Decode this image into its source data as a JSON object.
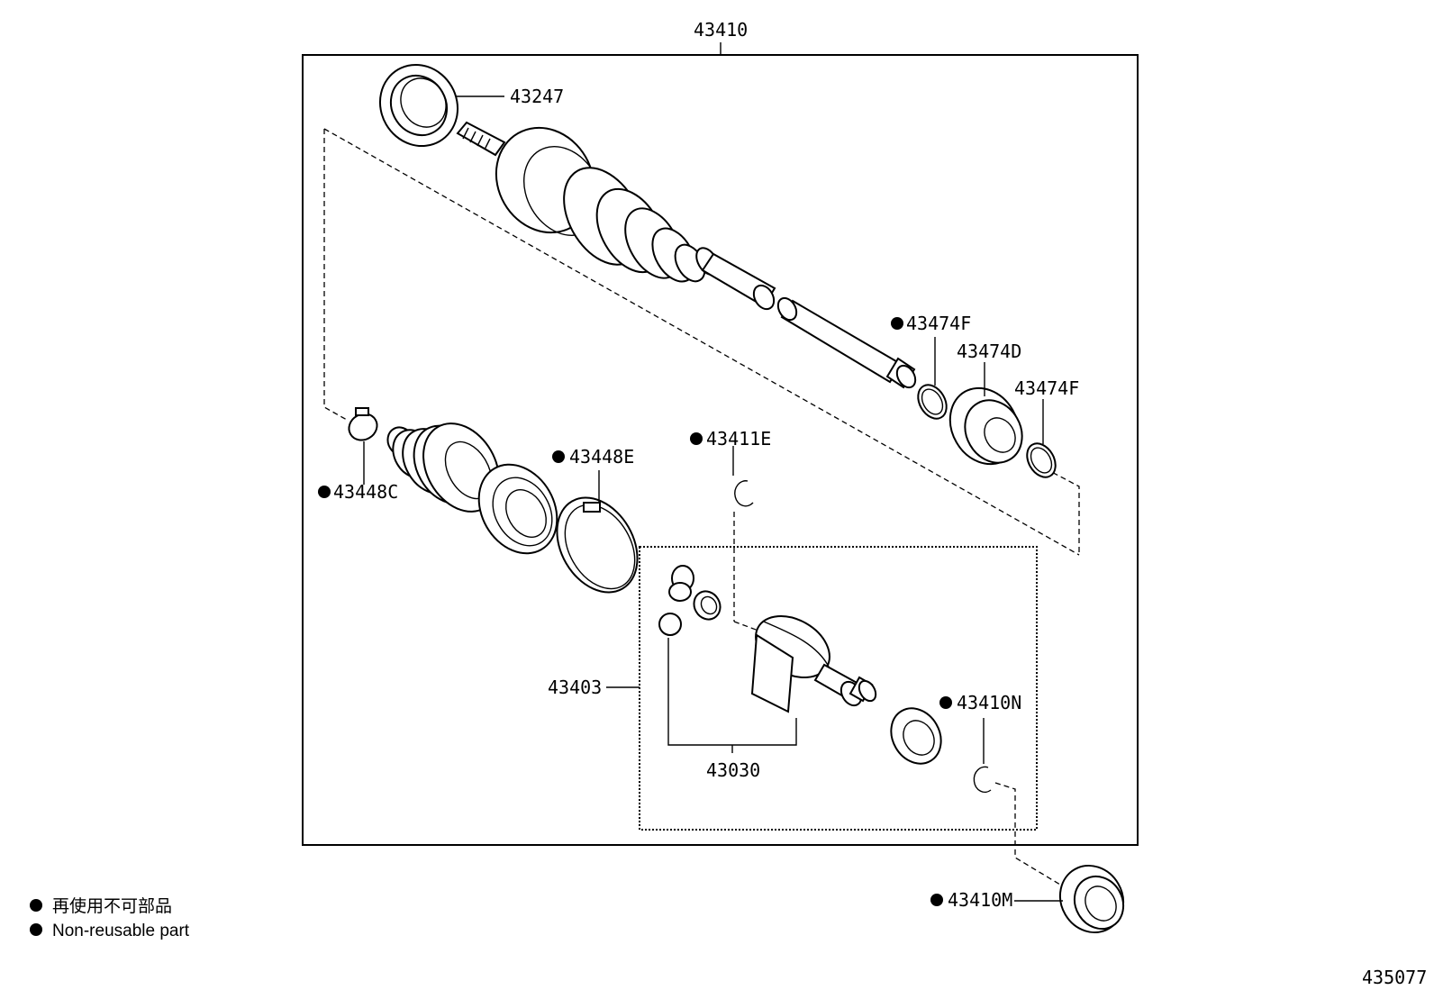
{
  "diagram": {
    "assembly_label": "43410",
    "parts": [
      {
        "id": "43247",
        "label": "43247",
        "non_reusable": false
      },
      {
        "id": "43474F_a",
        "label": "43474F",
        "non_reusable": true
      },
      {
        "id": "43474D",
        "label": "43474D",
        "non_reusable": false
      },
      {
        "id": "43474F_b",
        "label": "43474F",
        "non_reusable": false
      },
      {
        "id": "43411E",
        "label": "43411E",
        "non_reusable": true
      },
      {
        "id": "43448E",
        "label": "43448E",
        "non_reusable": true
      },
      {
        "id": "43448C",
        "label": "43448C",
        "non_reusable": true
      },
      {
        "id": "43403",
        "label": "43403",
        "non_reusable": false
      },
      {
        "id": "43030",
        "label": "43030",
        "non_reusable": false
      },
      {
        "id": "43410N",
        "label": "43410N",
        "non_reusable": true
      },
      {
        "id": "43410M",
        "label": "43410M",
        "non_reusable": true
      }
    ],
    "legend": {
      "line_jp": "再使用不可部品",
      "line_en": "Non-reusable part"
    },
    "figure_code": "435077"
  }
}
